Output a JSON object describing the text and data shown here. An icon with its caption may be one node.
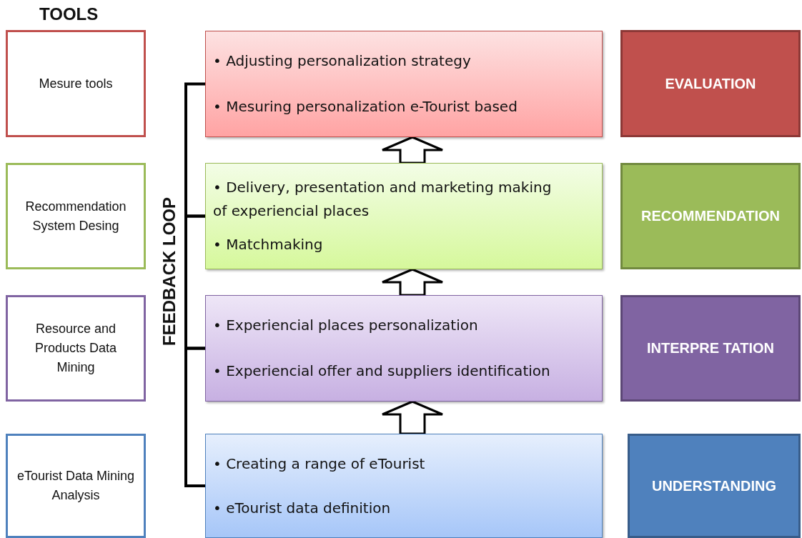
{
  "diagram": {
    "nodes": [
      {
        "text": [
          "Mesure tools"
        ]
      },
      {
        "text": [
          "Recommendation System Desing"
        ]
      },
      {
        "text": [
          "Resource and Products Data Mining"
        ]
      },
      {
        "text": [
          "eTourist Data Mining Analysis"
        ]
      },
      {
        "text": [
          "• Adjusting personalization strategy",
          "• Mesuring personalization e-Tourist based"
        ]
      },
      {
        "text": [
          "• Delivery, presentation and marketing making of experiencial places",
          "• Matchmaking"
        ]
      },
      {
        "text": [
          "• Experiencial places personalization",
          "• Experiencial offer and suppliers identification"
        ]
      },
      {
        "text": [
          "• Creating a range of eTourist",
          "• eTourist data definition"
        ]
      },
      {
        "text": [
          "EVALUATION"
        ]
      },
      {
        "text": [
          "RECOMMENDATION"
        ]
      },
      {
        "text": [
          "INTERPRE TATION"
        ]
      },
      {
        "text": [
          "UNDERSTANDING"
        ]
      }
    ],
    "edges": [
      {
        "from": 7,
        "to": 6,
        "arrow": "to"
      },
      {
        "from": 6,
        "to": 5,
        "arrow": "to"
      },
      {
        "from": 5,
        "to": 4,
        "arrow": "to"
      },
      {
        "from": 4,
        "to": 5,
        "arrow": "none"
      },
      {
        "from": 5,
        "to": 6,
        "arrow": "none"
      },
      {
        "from": 6,
        "to": 7,
        "arrow": "none"
      }
    ],
    "labels": [
      "TOOLS",
      "FEEDBACK LOOP"
    ]
  }
}
